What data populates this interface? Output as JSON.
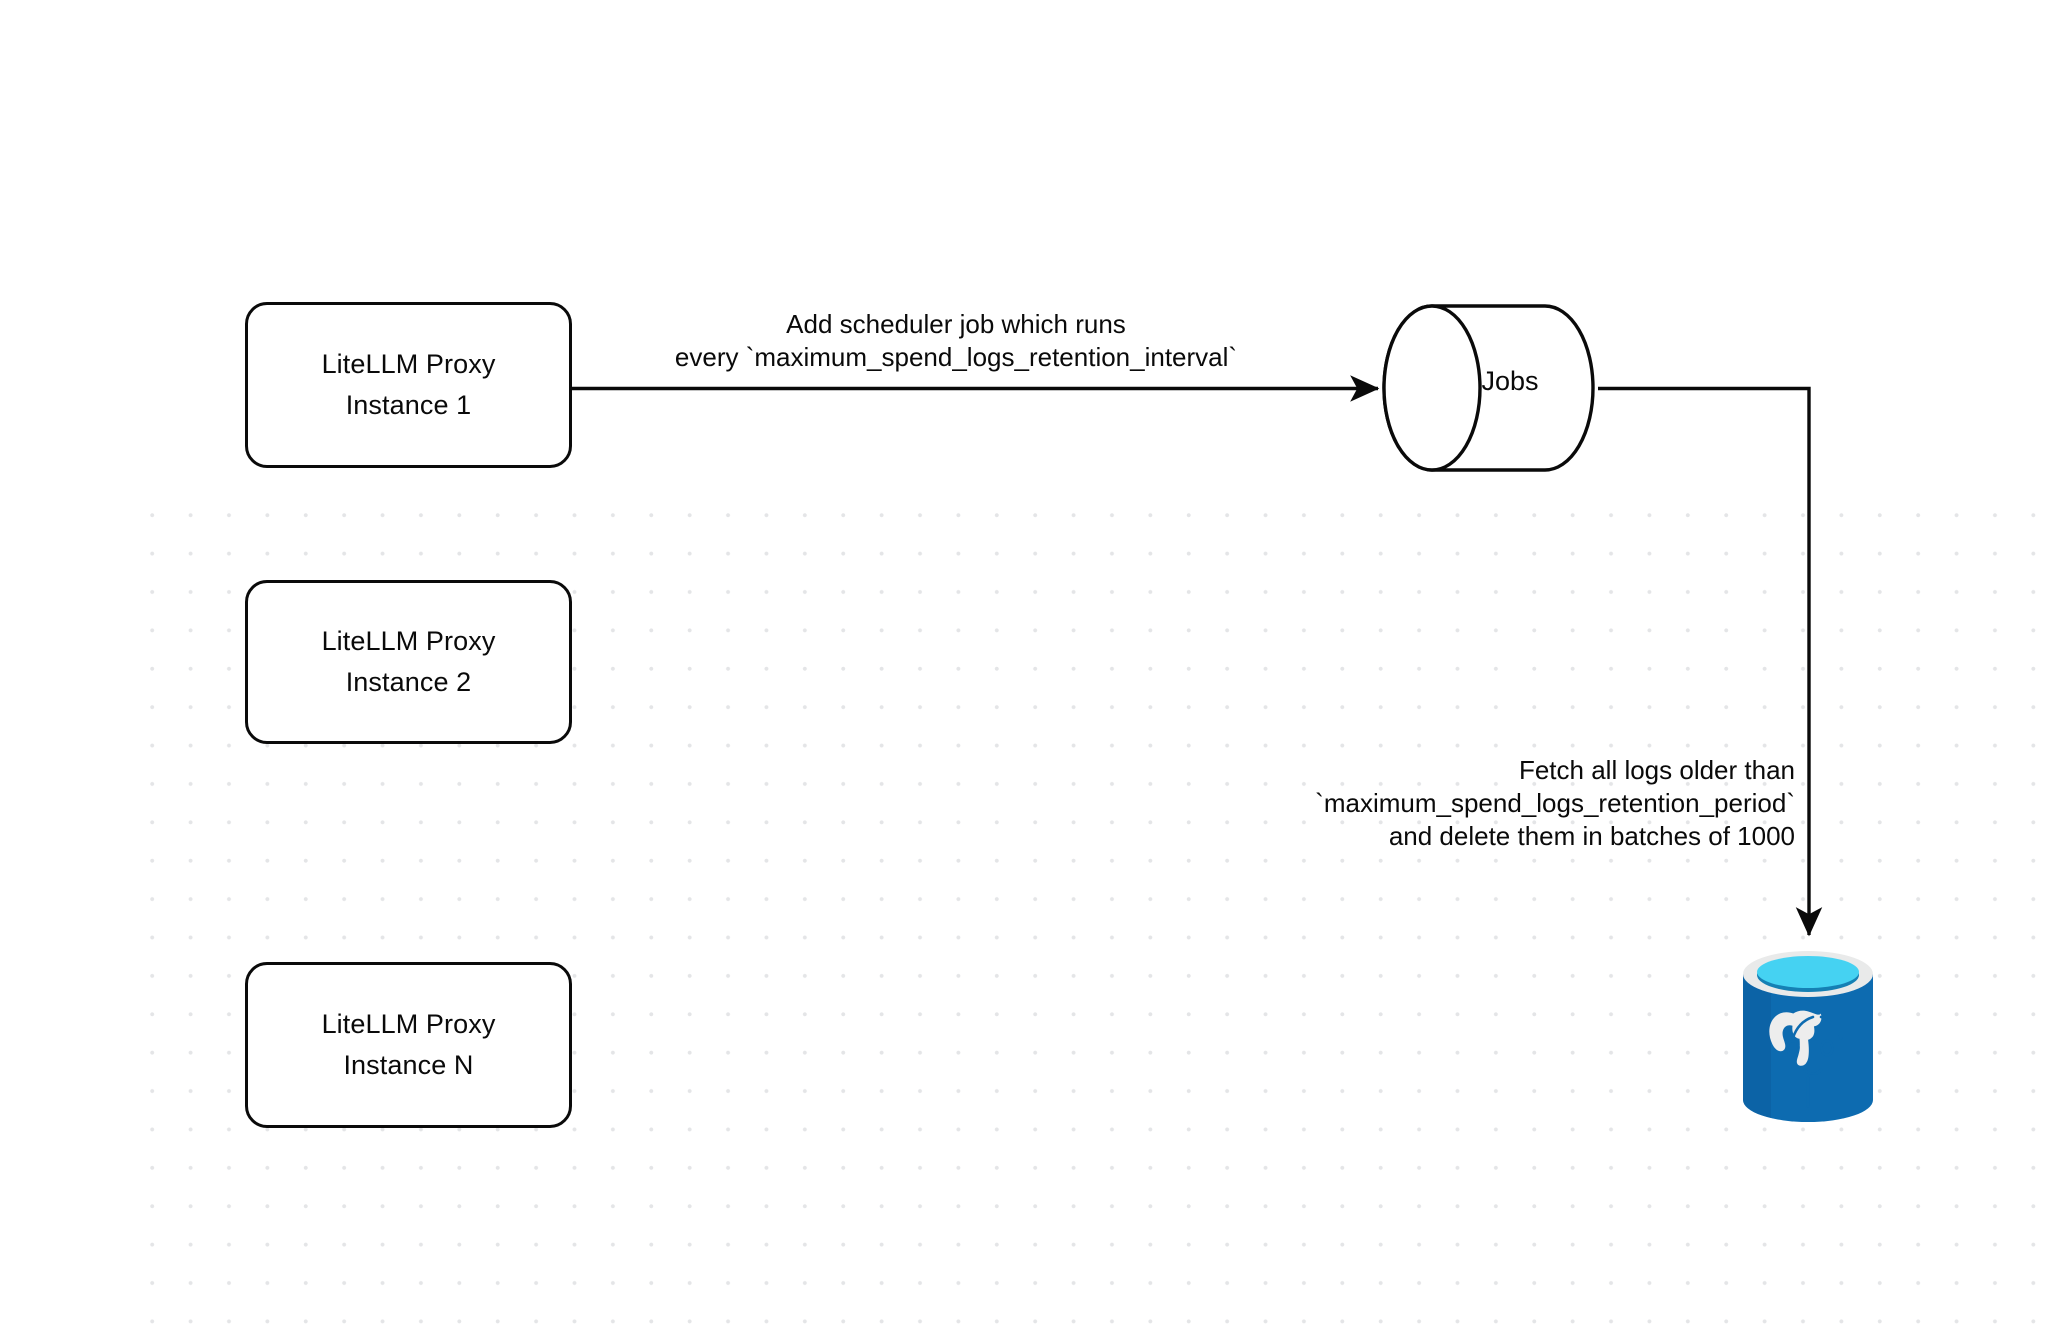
{
  "diagram": {
    "title": "LiteLLM spend logs retention scheduler flow",
    "background_color": "#ffffff",
    "dot_color": "#e4e5e7",
    "stroke_color": "#0a0a0a",
    "nodes": [
      {
        "id": "proxy-1",
        "shape": "rounded-rectangle",
        "line1": "LiteLLM Proxy",
        "line2": "Instance 1"
      },
      {
        "id": "proxy-2",
        "shape": "rounded-rectangle",
        "line1": "LiteLLM Proxy",
        "line2": "Instance 2"
      },
      {
        "id": "proxy-n",
        "shape": "rounded-rectangle",
        "line1": "LiteLLM Proxy",
        "line2": "Instance N"
      },
      {
        "id": "jobs",
        "shape": "cylinder",
        "label": "Jobs"
      },
      {
        "id": "postgres",
        "shape": "database-icon",
        "label": "postgresql-elephant-icon",
        "colors": {
          "body": "#0d6bb0",
          "body_shade": "#0a5c9b",
          "rim": "#e9eaea",
          "liquid": "#45d2f2",
          "liquid_shade": "#1580b4",
          "elephant": "#ededed"
        }
      }
    ],
    "edges": [
      {
        "id": "edge-scheduler",
        "from": "proxy-1",
        "to": "jobs",
        "label_lines": [
          "Add scheduler job which runs",
          "every `maximum_spend_logs_retention_interval`"
        ]
      },
      {
        "id": "edge-fetch",
        "from": "jobs",
        "to": "postgres",
        "label_lines": [
          "Fetch all logs older than",
          "`maximum_spend_logs_retention_period`",
          "and delete them in batches of 1000"
        ]
      }
    ]
  }
}
